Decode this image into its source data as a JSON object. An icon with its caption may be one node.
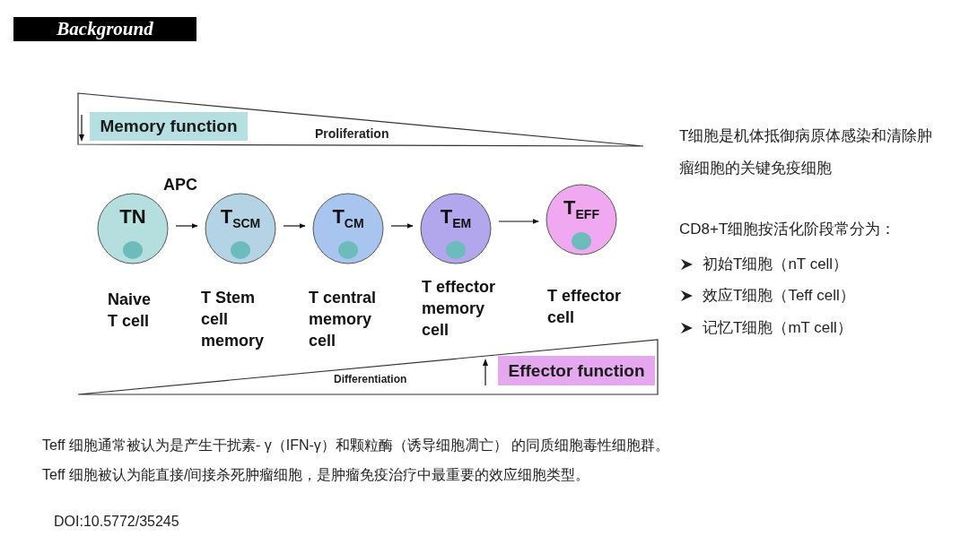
{
  "diagram": {
    "title": "Background",
    "nodes": [
      {
        "text": [
          "Proliferation"
        ]
      },
      {
        "text": [
          "Memory function"
        ],
        "in": 0
      },
      {
        "text": [
          "TN"
        ],
        "beside": [
          "Naive T cell"
        ]
      },
      {
        "text": [
          "T$_{SCM}$"
        ],
        "beside": [
          "T Stem cell memory"
        ]
      },
      {
        "text": [
          "T$_{CM}$"
        ],
        "beside": [
          "T central memory cell"
        ]
      },
      {
        "text": [
          "T$_{EM}$"
        ],
        "beside": [
          "T effector memory cell"
        ]
      },
      {
        "text": [
          "T$_{EFF}$"
        ],
        "beside": [
          "T effector cell"
        ]
      },
      {
        "text": [
          "Differentiation"
        ]
      },
      {
        "text": [
          "Effector function"
        ],
        "in": 7
      }
    ],
    "edges": [
      {
        "from": 2,
        "to": 3,
        "arrow": "to",
        "label": "APC"
      },
      {
        "from": 3,
        "to": 4,
        "arrow": "to"
      },
      {
        "from": 4,
        "to": 5,
        "arrow": "to"
      },
      {
        "from": 5,
        "to": 6,
        "arrow": "to"
      }
    ],
    "labels": [
      "T细胞是机体抵御病原体感染和清除肿瘤细胞的关键免疫细胞",
      "CD8+T细胞按活化阶段常分为：",
      "初始T细胞（nT cell）",
      "效应T细胞（Teff cell）",
      "记忆T细胞（mT cell）",
      "Teff 细胞通常被认为是产生干扰素- γ（IFN-γ）和颗粒酶（诱导细胞凋亡） 的同质细胞毒性细胞群。",
      "Teff 细胞被认为能直接/间接杀死肿瘤细胞，是肿瘤免疫治疗中最重要的效应细胞类型。",
      "DOI:10.5772/35245"
    ]
  }
}
